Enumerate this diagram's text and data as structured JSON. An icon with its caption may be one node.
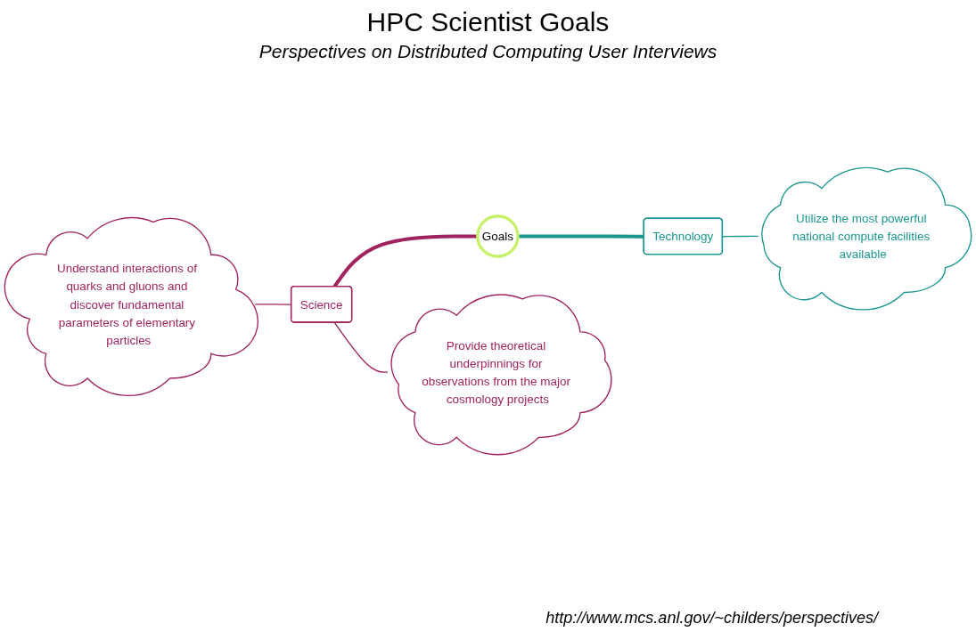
{
  "diagram": {
    "title": "HPC Scientist Goals",
    "nodes": [
      {
        "text": [
          "Understand interactions of quarks and gluons and discover fundamental parameters of elementary particles"
        ]
      },
      {
        "text": [
          "Utilize the most powerful national compute facilities available"
        ]
      },
      {
        "text": [
          "Science"
        ]
      },
      {
        "text": [
          "Goals"
        ]
      },
      {
        "text": [
          "Technology"
        ]
      },
      {
        "text": [
          "Provide theoretical underpinnings for observations from the major cosmology projects"
        ]
      }
    ],
    "edges": [
      {
        "from": 0,
        "to": 2,
        "arrow": "none",
        "color": "#a0235f"
      },
      {
        "from": 2,
        "to": 3,
        "arrow": "none",
        "style": "thick",
        "color": "#a0235f"
      },
      {
        "from": 3,
        "to": 4,
        "arrow": "none",
        "style": "thick",
        "color": "#1a9690"
      },
      {
        "from": 4,
        "to": 1,
        "arrow": "none",
        "color": "#1a9690"
      },
      {
        "from": 2,
        "to": 5,
        "arrow": "none",
        "color": "#a0235f"
      }
    ],
    "labels": [
      "Perspectives on Distributed Computing User Interviews",
      "http://www.mcs.anl.gov/~childers/perspectives/"
    ]
  }
}
